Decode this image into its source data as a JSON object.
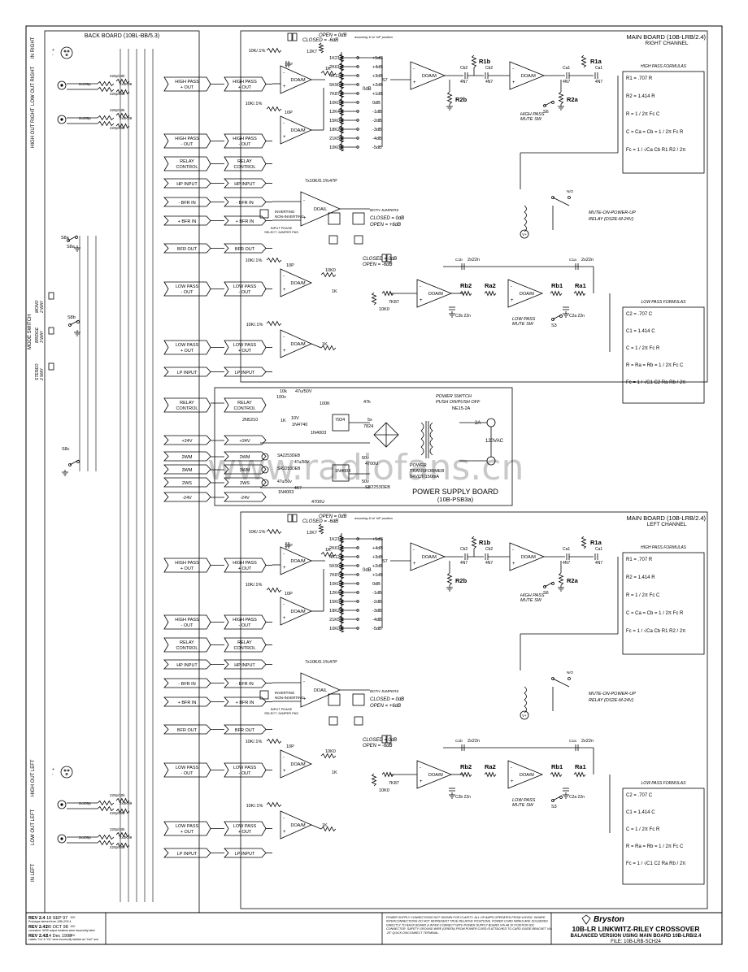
{
  "back_board": {
    "title": "BACK BOARD (10BL-BB/5.3)"
  },
  "right_board": {
    "title": "MAIN BOARD (10B-LRB/2.4)",
    "subtitle": "RIGHT CHANNEL"
  },
  "left_board": {
    "title": "MAIN BOARD (10B-LRB/2.4)",
    "subtitle": "LEFT CHANNEL"
  },
  "psu_board": {
    "title": "POWER SUPPLY BOARD",
    "subtitle": "(10B-PSB3a)"
  },
  "connector_labels": {
    "hp_out": [
      "HIGH PASS",
      "+ OUT"
    ],
    "hp_out_neg": [
      "HIGH PASS",
      "- OUT"
    ],
    "relay": [
      "RELAY",
      "CONTROL"
    ],
    "hp_input": "HP INPUT",
    "bfr_in_neg": "- BFR IN",
    "bfr_in_pos": "+ BFR IN",
    "bfr_out": "BFR OUT",
    "lp_out_neg": [
      "LOW PASS",
      "- OUT"
    ],
    "lp_out_pos": [
      "LOW PASS",
      "+ OUT"
    ],
    "lp_input": "LP INPUT",
    "p24": "+24V",
    "m24": "-24V",
    "w2m": "2WM",
    "w3m": "3WM",
    "w2s": "2WS"
  },
  "side_labels": {
    "in_right": "IN RIGHT",
    "low_out_right": "LOW OUT RIGHT",
    "high_out_right": "HIGH OUT RIGHT",
    "mode_switch": "MODE SWITCH",
    "mode_2way": "2 WAY",
    "mode_3way": "3 WAY",
    "mode_mono": "MONO",
    "mode_bridge": "BRIDGE",
    "mode_stereo": "STEREO",
    "high_out_left": "HIGH OUT LEFT",
    "low_out_left": "LOW OUT LEFT",
    "in_left": "IN LEFT"
  },
  "switch_labels": {
    "s8a": "S8a",
    "s8b": "S8b",
    "s8c": "S8c",
    "s7": "S7",
    "s6": "S6",
    "s3": "S3"
  },
  "attenuator": {
    "header": [
      "OPEN = 0dB",
      "CLOSED = -6dB"
    ],
    "note": "assuming 1f at \"off\" position",
    "resistors": [
      "10K/.1%",
      "12K7",
      "1K21",
      "2K61",
      "4K12",
      "5K90",
      "7K87",
      "10K0",
      "12K4",
      "15K0",
      "18K2",
      "21K5",
      "10K0"
    ],
    "levels": [
      "+5dB",
      "+4dB",
      "+3dB",
      "+2dB",
      "+1dB",
      "0dB",
      "-1dB",
      "-2dB",
      "-3dB",
      "-4dB",
      "-5dB"
    ]
  },
  "hp_filter": {
    "r_labels": [
      "R1b",
      "R1a",
      "R2b",
      "R2a"
    ],
    "c_labels": [
      "Cb2",
      "4N7",
      "Cb2",
      "4N7",
      "Ca1",
      "4N7",
      "Ca1",
      "4N7"
    ],
    "switch_label": [
      "HIGH PASS",
      "MUTE SW"
    ],
    "formulas_title": "HIGH PASS FORMULAS",
    "formulas": [
      "R1 = .707 R",
      "R2 = 1.414 R",
      "R = 1 / 2π Fc C",
      "C = Ca = Cb = 1 / 2π Fc R",
      "Fc = 1 / √Ca Cb R1 R2 / 2π"
    ]
  },
  "lp_filter": {
    "r_labels": [
      "Rb2",
      "Ra2",
      "Rb1",
      "Ra1"
    ],
    "c_labels": [
      "C1b",
      "2x22n",
      "C1a",
      "2x22n",
      "C2b",
      "22n",
      "C2a",
      "22n"
    ],
    "switch_label": [
      "LOW PASS",
      "MUTE SW"
    ],
    "formulas_title": "LOW PASS FORMULAS",
    "formulas": [
      "C2 = .707 C",
      "C1 = 1.414 C",
      "C = 1 / 2π Fc R",
      "R = Ra = Rb = 1 / 2π Fc C",
      "Fc = 1 / √C1 C2 Ra Rb / 2π"
    ],
    "jumper": [
      "CLOSED = 0dB",
      "OPEN = -6dB"
    ]
  },
  "bfr": {
    "jumper": [
      "BOTH JUMPERS",
      "CLOSED = 0dB",
      "OPEN = +6dB"
    ],
    "phase": [
      "INVERTING",
      "NON-INVERTING"
    ],
    "select": [
      "INPUT PHASE",
      "SELECT JUMPER PAS"
    ],
    "parts": [
      "7x10K/0.1%",
      "47P"
    ]
  },
  "relay": {
    "label": [
      "MUTE-ON-POWER-UP",
      "RELAY (DS2E-M-24V)"
    ],
    "sup": "V+",
    "tag": "N/O"
  },
  "opamp": "DOA/M",
  "opamp_l": "DOA/L",
  "buffer_parts": [
    "10K/.1%",
    "10P",
    "1K",
    "10K0",
    "10K/.1%",
    "1K",
    "7K87",
    "10K0"
  ],
  "psu": {
    "parts": [
      "10k",
      "100v",
      "47u/50V",
      "1K",
      "100K",
      "10V",
      "1N4740",
      "2N5210",
      "47k",
      "1N4003",
      "5x",
      "7824",
      "7924",
      "1N4003",
      "4700U",
      "50v",
      "4700U",
      "50v",
      "SB2253DEB",
      "SA2253DEB",
      "SR2253DEB",
      "47u/50v",
      "47u/50v",
      "4K7",
      "1N4003"
    ],
    "power_switch": [
      "POWER SWITCH",
      "PUSH ON/PUSH OFF",
      "NE15-2A"
    ],
    "transformer": [
      "POWER",
      "TRANSFORMER",
      "54VCT/150mA"
    ],
    "mains": "120VAC",
    "fuse": "2A"
  },
  "io_parts": [
    "220p/10k",
    "2x100p",
    "2x4K99",
    "220p/10k"
  ],
  "revisions": [
    {
      "rev": "REV 2.4",
      "date": "18 SEP 97",
      "by": "JCK",
      "note": "Prototype derived from 10B-LR/2.4"
    },
    {
      "rev": "REV 2.41",
      "date": "30 OCT 98",
      "by": "JCK",
      "note": "correction: 4K99 output resistors were incorrectly labeled 4K9"
    },
    {
      "rev": "REV 2.42",
      "date": "14 Dec 1998",
      "by": "JCK",
      "note": "Labels \"Ca\" & \"Cb\" were incorrectly labeled as \"Ca2\" and \"Cb2\""
    }
  ],
  "note": "POWER SUPPLY CONNECTIONS NOT SHOWN FOR CLARITY. ALL OP AMPS OPERATED FROM ±24VDC. BOARD INTERCONNECTIONS DO NOT REPRESENT TRUE RELATIVE POSITIONS. POWER CORD WIRES ARE SOLDERED DIRECTLY TO BACK BOARD & INTER-CONNECT WITH POWER SUPPLY BOARD VIA 4A 10 POSITION IDC CONNECTOR. SAFETY GROUND WIRE (GREEN) FROM POWER CORD IS ATTACHED TO CARD GUIDE BRACKET VIA .25\" QUICK DISCONNECT TERMINAL.",
  "title_block": {
    "brand": "Bryston",
    "title": "10B-LR LINKWITZ-RILEY CROSSOVER",
    "subtitle": "BALANCED VERSION USING MAIN BOARD 10B-LRB/2.4",
    "file": "FILE: 10B-LRB-SCH24"
  },
  "watermark": "www.radiofans.cn"
}
